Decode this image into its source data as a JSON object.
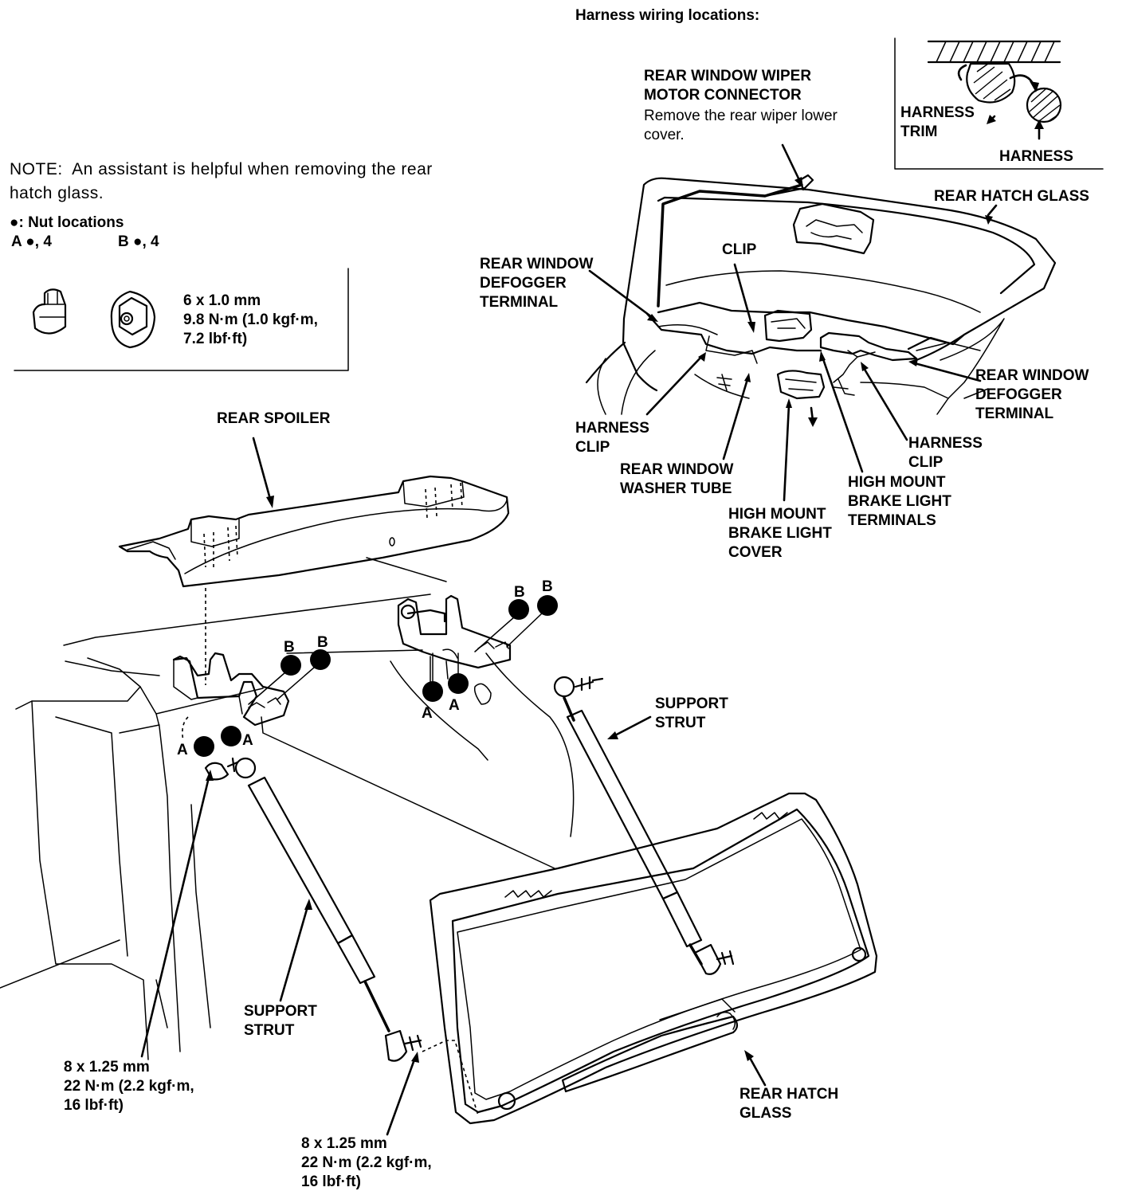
{
  "header": {
    "harness_wiring": "Harness wiring locations:"
  },
  "note": {
    "line1": "NOTE:  An assistant is helpful when removing the rear",
    "line2": "hatch glass."
  },
  "legend": {
    "title": "●: Nut locations",
    "a": "A ●, 4",
    "b": "B ●, 4",
    "spec1": "6 x 1.0 mm",
    "spec2": "9.8 N·m (1.0 kgf·m,",
    "spec3": "7.2 lbf·ft)"
  },
  "labels": {
    "wiper1": "REAR WINDOW WIPER",
    "wiper2": "MOTOR CONNECTOR",
    "wiper3": "Remove the rear wiper lower",
    "wiper4": "cover.",
    "harness_trim1": "HARNESS",
    "harness_trim2": "TRIM",
    "harness": "HARNESS",
    "rear_hatch_glass_top": "REAR HATCH GLASS",
    "clip": "CLIP",
    "defogger_l1": "REAR WINDOW",
    "defogger_l2": "DEFOGGER",
    "defogger_l3": "TERMINAL",
    "defogger_r1": "REAR WINDOW",
    "defogger_r2": "DEFOGGER",
    "defogger_r3": "TERMINAL",
    "harness_clip_l1": "HARNESS",
    "harness_clip_l2": "CLIP",
    "washer1": "REAR WINDOW",
    "washer2": "WASHER TUBE",
    "hm_cover1": "HIGH MOUNT",
    "hm_cover2": "BRAKE LIGHT",
    "hm_cover3": "COVER",
    "harness_clip_r1": "HARNESS",
    "harness_clip_r2": "CLIP",
    "hm_term1": "HIGH MOUNT",
    "hm_term2": "BRAKE LIGHT",
    "hm_term3": "TERMINALS",
    "rear_spoiler": "REAR SPOILER",
    "support_strut_r1": "SUPPORT",
    "support_strut_r2": "STRUT",
    "support_strut_l1": "SUPPORT",
    "support_strut_l2": "STRUT",
    "rear_hatch_glass1": "REAR HATCH",
    "rear_hatch_glass2": "GLASS",
    "bolt_l1": "8 x 1.25 mm",
    "bolt_l2": "22 N·m (2.2 kgf·m,",
    "bolt_l3": "16 lbf·ft)",
    "bolt_c1": "8 x 1.25 mm",
    "bolt_c2": "22 N·m (2.2 kgf·m,",
    "bolt_c3": "16 lbf·ft)",
    "letter_a": "A",
    "letter_b": "B"
  },
  "colors": {
    "ink": "#000000",
    "paper": "#ffffff"
  }
}
